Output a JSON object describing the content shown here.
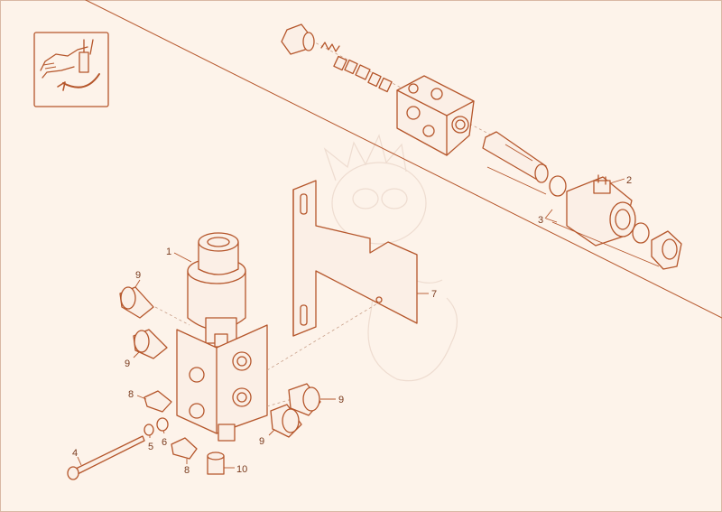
{
  "diagram": {
    "colors": {
      "background": "#fdf3ea",
      "line": "#b5562b",
      "label": "#7a3b1e",
      "watermark": "#eedcd0"
    },
    "icons": [
      "hand-rotate-icon"
    ],
    "callouts": [
      {
        "id": "c1",
        "label": "1"
      },
      {
        "id": "c2",
        "label": "2"
      },
      {
        "id": "c3",
        "label": "3"
      },
      {
        "id": "c4",
        "label": "4"
      },
      {
        "id": "c5",
        "label": "5"
      },
      {
        "id": "c6",
        "label": "6"
      },
      {
        "id": "c7",
        "label": "7"
      },
      {
        "id": "c8a",
        "label": "8"
      },
      {
        "id": "c8b",
        "label": "8"
      },
      {
        "id": "c9a",
        "label": "9"
      },
      {
        "id": "c9b",
        "label": "9"
      },
      {
        "id": "c9c",
        "label": "9"
      },
      {
        "id": "c9d",
        "label": "9"
      },
      {
        "id": "c10",
        "label": "10"
      }
    ]
  }
}
